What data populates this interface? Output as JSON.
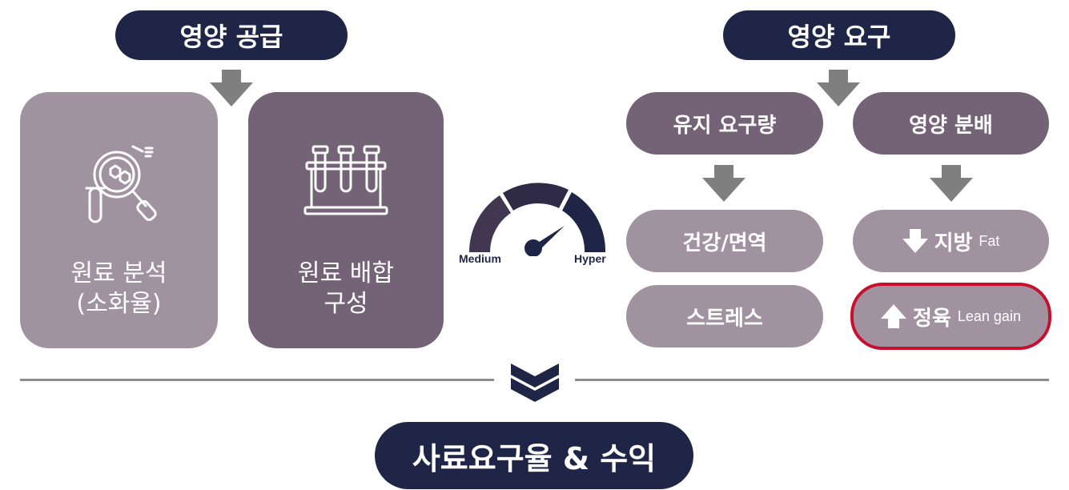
{
  "supply": {
    "title": "영양 공급",
    "raw_analysis_line1": "원료 분석",
    "raw_analysis_line2": "(소화율)",
    "raw_blend_line1": "원료 배합",
    "raw_blend_line2": "구성"
  },
  "gauge": {
    "left_label": "Medium",
    "right_label": "Hyper"
  },
  "demand": {
    "title": "영양 요구",
    "maintenance": "유지 요구량",
    "distribution": "영양 분배",
    "health": "건강/면역",
    "stress": "스트레스",
    "fat_label": "지방",
    "fat_sub": "Fat",
    "lean_label": "정육",
    "lean_sub": "Lean gain"
  },
  "result": {
    "title": "사료요구율 & 수익"
  },
  "colors": {
    "navy": "#1f2547",
    "dark_mauve": "#746277",
    "light_mauve": "#a0939f",
    "arrow_gray": "#7f7f7f",
    "highlight_red": "#c8102e"
  }
}
